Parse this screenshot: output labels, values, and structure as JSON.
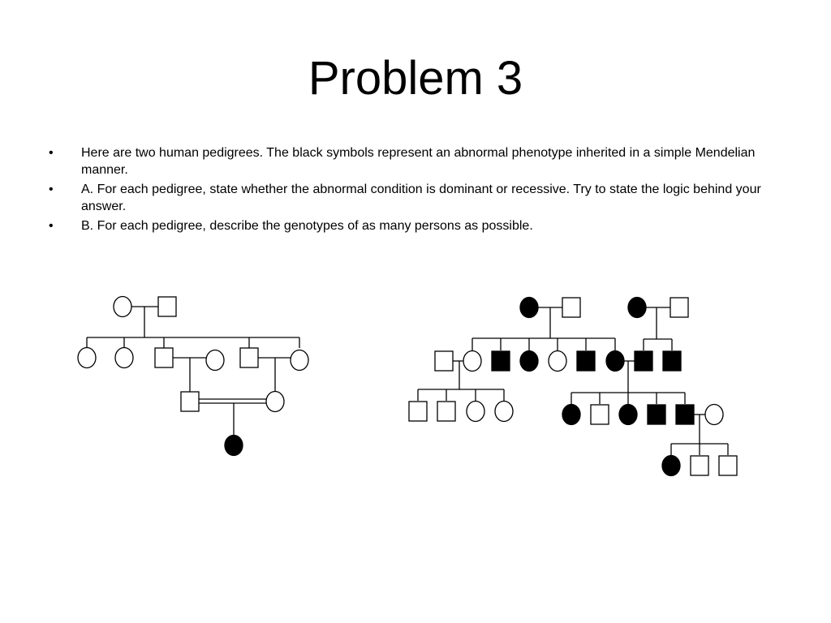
{
  "title": "Problem 3",
  "bullets": [
    {
      "marker": "•",
      "text": "Here are two human pedigrees.  The black symbols represent an abnormal phenotype inherited in a simple Mendelian manner."
    },
    {
      "marker": "•",
      "text": "A.  For each pedigree, state whether the abnormal condition is dominant or recessive.  Try to state the logic behind your answer."
    },
    {
      "marker": "•",
      "text": "B.  For each pedigree, describe the genotypes of as many persons as possible."
    }
  ],
  "legend": {
    "affected_fill": "#000000",
    "unaffected_fill": "#ffffff",
    "female_symbol": "circle",
    "male_symbol": "square"
  },
  "pedigrees": [
    {
      "id": "pedigree-1",
      "generations": [
        {
          "gen": 1,
          "members": [
            {
              "sex": "female",
              "affected": false
            },
            {
              "sex": "male",
              "affected": false
            }
          ]
        },
        {
          "gen": 2,
          "members": [
            {
              "sex": "female",
              "affected": false
            },
            {
              "sex": "female",
              "affected": false
            },
            {
              "sex": "male",
              "affected": false
            },
            {
              "sex": "female",
              "affected": false,
              "married_in": true
            },
            {
              "sex": "male",
              "affected": false
            },
            {
              "sex": "female",
              "affected": false,
              "married_in": true
            }
          ]
        },
        {
          "gen": 3,
          "members": [
            {
              "sex": "male",
              "affected": false
            },
            {
              "sex": "female",
              "affected": false
            }
          ],
          "consanguineous": true
        },
        {
          "gen": 4,
          "members": [
            {
              "sex": "female",
              "affected": true
            }
          ]
        }
      ]
    },
    {
      "id": "pedigree-2",
      "generations": [
        {
          "gen": 1,
          "members": [
            {
              "sex": "female",
              "affected": true
            },
            {
              "sex": "male",
              "affected": false
            },
            {
              "sex": "female",
              "affected": true
            },
            {
              "sex": "male",
              "affected": false
            }
          ]
        },
        {
          "gen": 2,
          "members": [
            {
              "sex": "male",
              "affected": false,
              "married_in": true
            },
            {
              "sex": "female",
              "affected": false
            },
            {
              "sex": "male",
              "affected": true
            },
            {
              "sex": "female",
              "affected": true
            },
            {
              "sex": "female",
              "affected": false
            },
            {
              "sex": "male",
              "affected": true
            },
            {
              "sex": "female",
              "affected": true
            },
            {
              "sex": "male",
              "affected": true
            },
            {
              "sex": "male",
              "affected": true
            }
          ]
        },
        {
          "gen": 3,
          "members": [
            {
              "sex": "male",
              "affected": false
            },
            {
              "sex": "male",
              "affected": false
            },
            {
              "sex": "female",
              "affected": false
            },
            {
              "sex": "female",
              "affected": false
            },
            {
              "sex": "female",
              "affected": true
            },
            {
              "sex": "male",
              "affected": false
            },
            {
              "sex": "female",
              "affected": true
            },
            {
              "sex": "male",
              "affected": true
            },
            {
              "sex": "male",
              "affected": true
            },
            {
              "sex": "female",
              "affected": false,
              "married_in": true
            }
          ]
        },
        {
          "gen": 4,
          "members": [
            {
              "sex": "female",
              "affected": true
            },
            {
              "sex": "male",
              "affected": false
            },
            {
              "sex": "male",
              "affected": false
            }
          ]
        }
      ]
    }
  ]
}
